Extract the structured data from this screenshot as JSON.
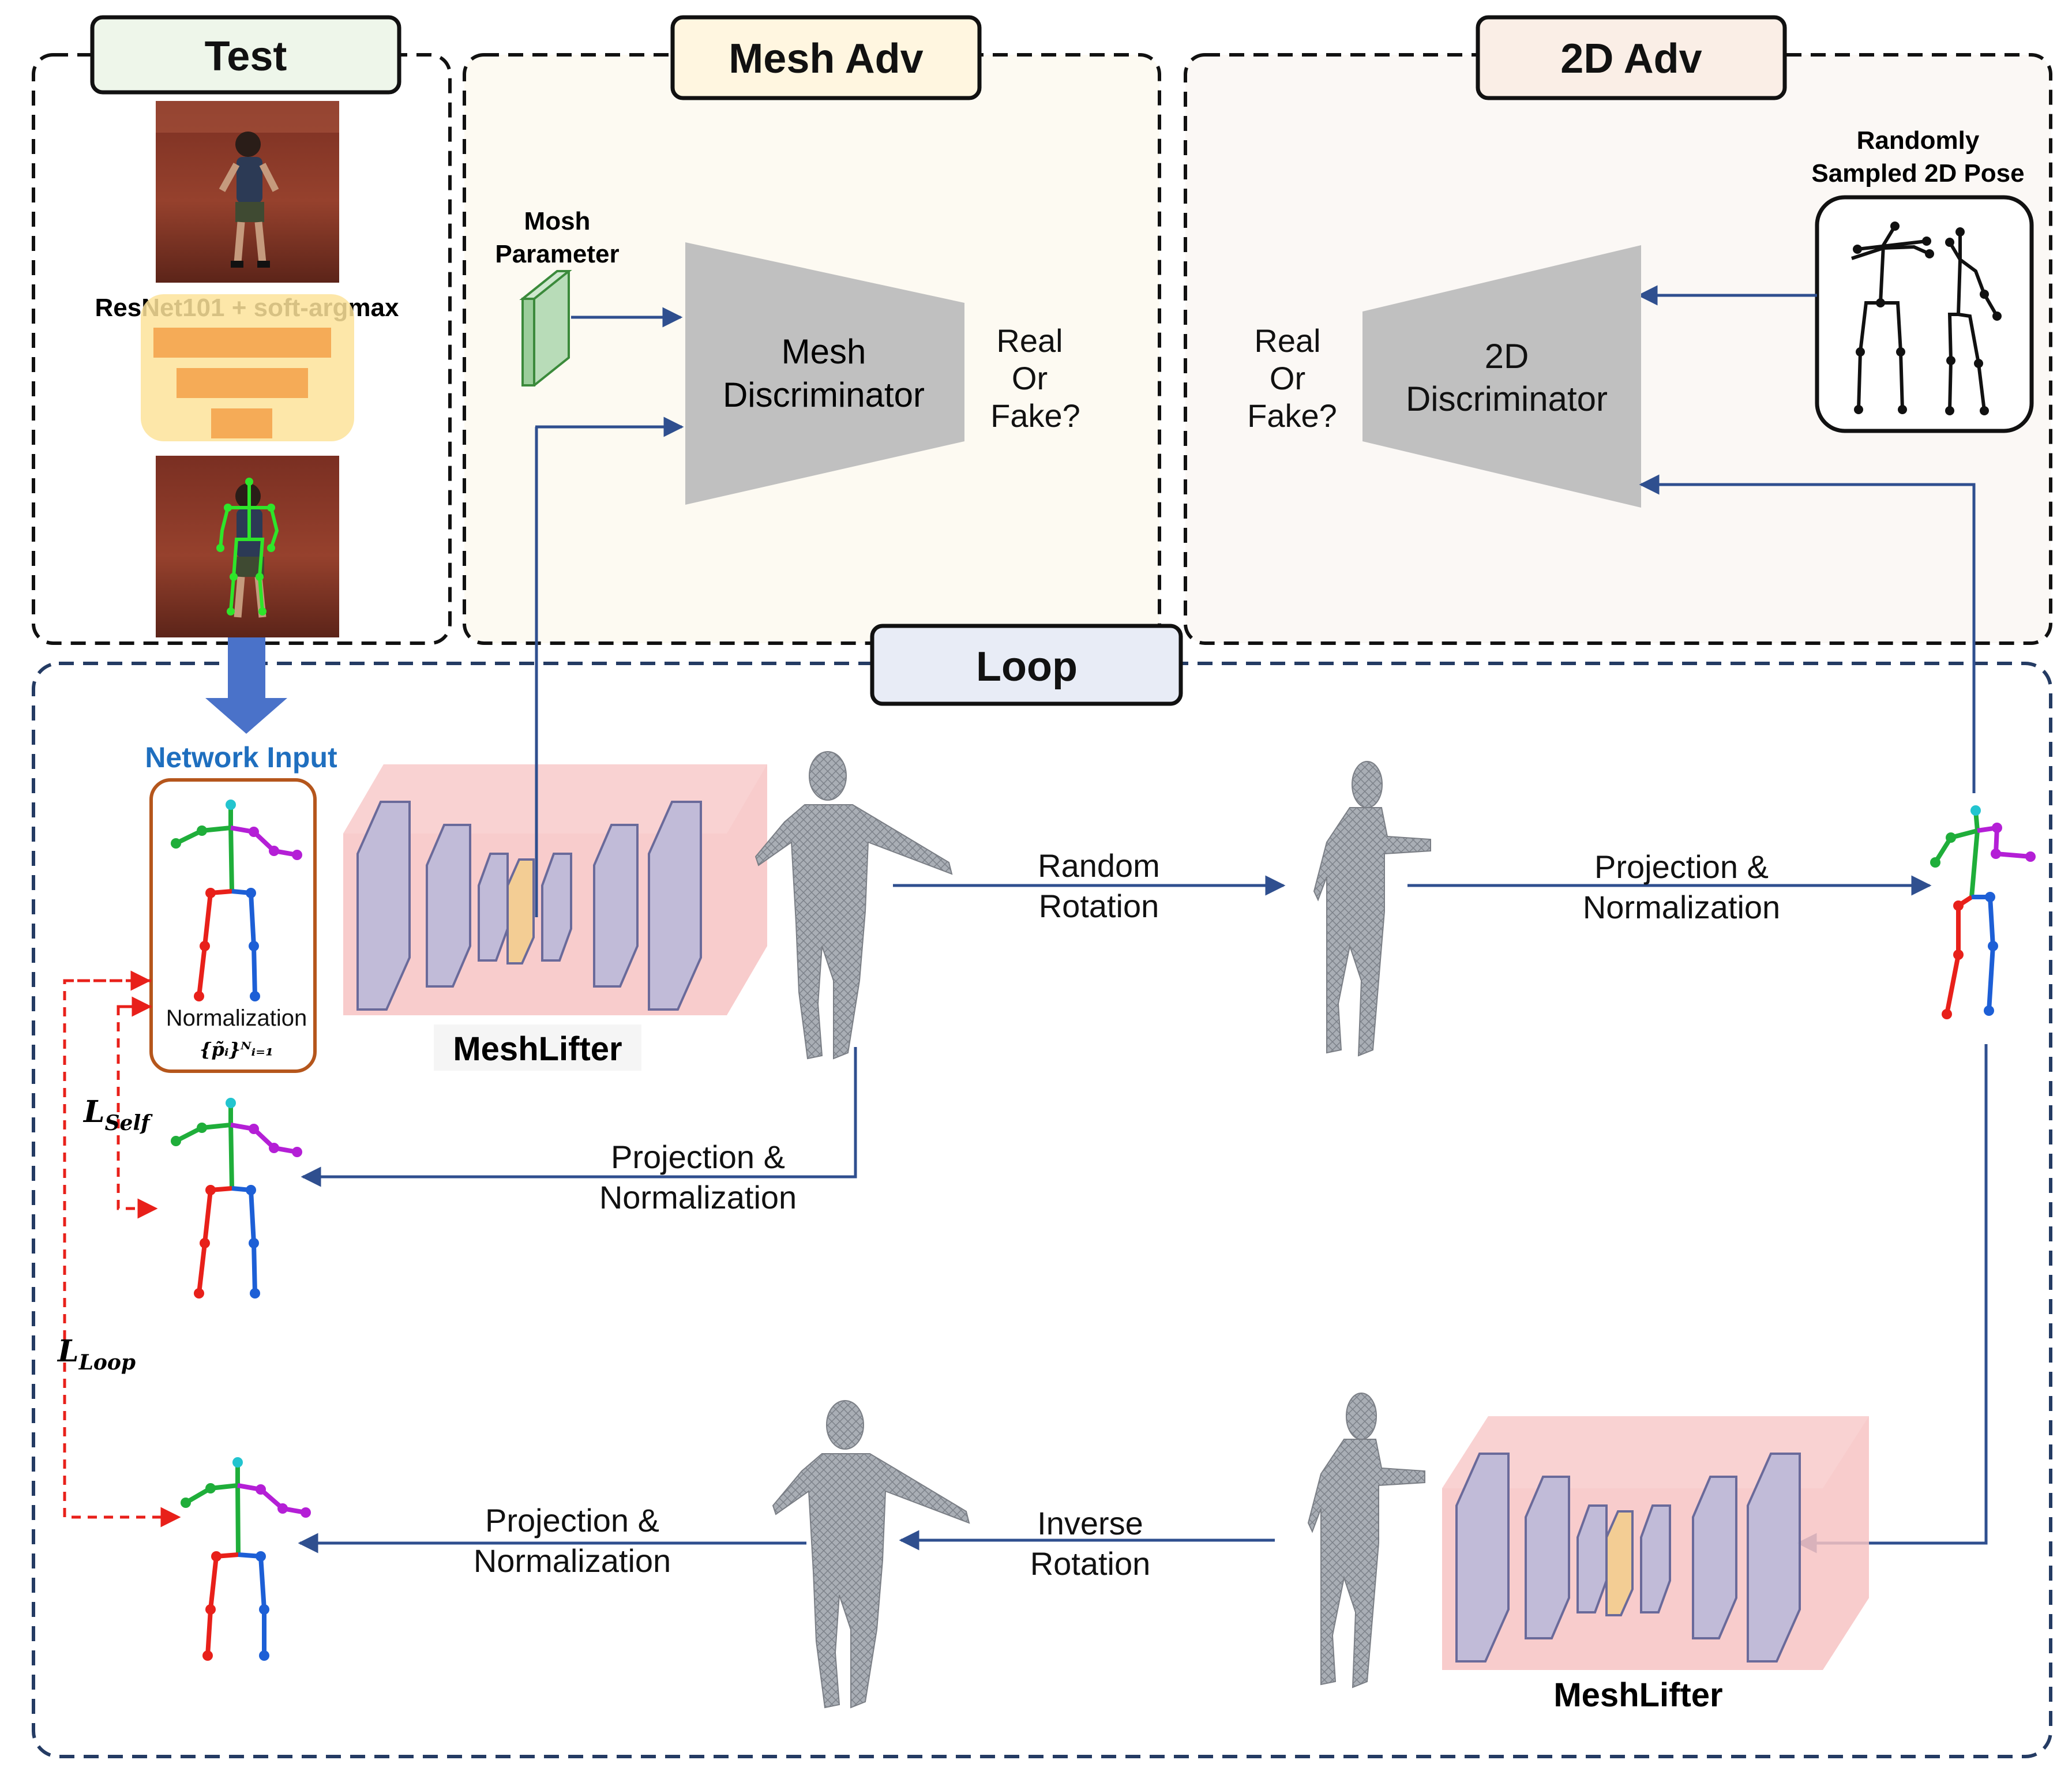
{
  "panels": {
    "test": {
      "title": "Test"
    },
    "mesh_adv": {
      "title": "Mesh Adv"
    },
    "adv_2d": {
      "title": "2D Adv"
    },
    "loop": {
      "title": "Loop"
    }
  },
  "test_panel": {
    "backbone_label": "ResNet101 + soft-argmax"
  },
  "mesh_adv_panel": {
    "mosh_label_line1": "Mosh",
    "mosh_label_line2": "Parameter",
    "discriminator_line1": "Mesh",
    "discriminator_line2": "Discriminator",
    "real_line1": "Real",
    "real_line2": "Or",
    "real_line3": "Fake?"
  },
  "adv_2d_panel": {
    "sampled_line1": "Randomly",
    "sampled_line2": "Sampled 2D Pose",
    "discriminator_line1": "2D",
    "discriminator_line2": "Discriminator",
    "real_line1": "Real",
    "real_line2": "Or",
    "real_line3": "Fake?"
  },
  "loop_panel": {
    "network_input": "Network Input",
    "normalization": "Normalization",
    "normalization_math": "{p̃ᵢ}ᴺᵢ₌₁",
    "meshlifter_top": "MeshLifter",
    "meshlifter_bottom": "MeshLifter",
    "random_rotation_line1": "Random",
    "random_rotation_line2": "Rotation",
    "proj_norm_top_line1": "Projection &",
    "proj_norm_top_line2": "Normalization",
    "proj_norm_mid_line1": "Projection &",
    "proj_norm_mid_line2": "Normalization",
    "proj_norm_bottom_line1": "Projection &",
    "proj_norm_bottom_line2": "Normalization",
    "inverse_rotation_line1": "Inverse",
    "inverse_rotation_line2": "Rotation",
    "loss_self_main": "L",
    "loss_self_sub": "Self",
    "loss_loop_main": "L",
    "loss_loop_sub": "Loop"
  },
  "colors": {
    "arrow_blue": "#2f4f8f",
    "loss_red": "#e8201a",
    "network_input_blue": "#1f6fbf",
    "test_title_bg": "#eef6ea",
    "mesh_adv_title_bg": "#fff6e0",
    "adv_2d_title_bg": "#faeee6",
    "loop_title_bg": "#e8ecf6",
    "panel_bg_mesh": "#fdfaf2",
    "panel_bg_2d": "#fbf8f5",
    "disc_gray": "#c0c0c0",
    "cnn_pink": "#f7c3c3",
    "skeleton_green": "#1fae3a",
    "skeleton_red": "#e8201a",
    "skeleton_blue": "#1d5fd6",
    "skeleton_purple": "#b41fd6",
    "skeleton_cyan": "#22c4cf"
  }
}
